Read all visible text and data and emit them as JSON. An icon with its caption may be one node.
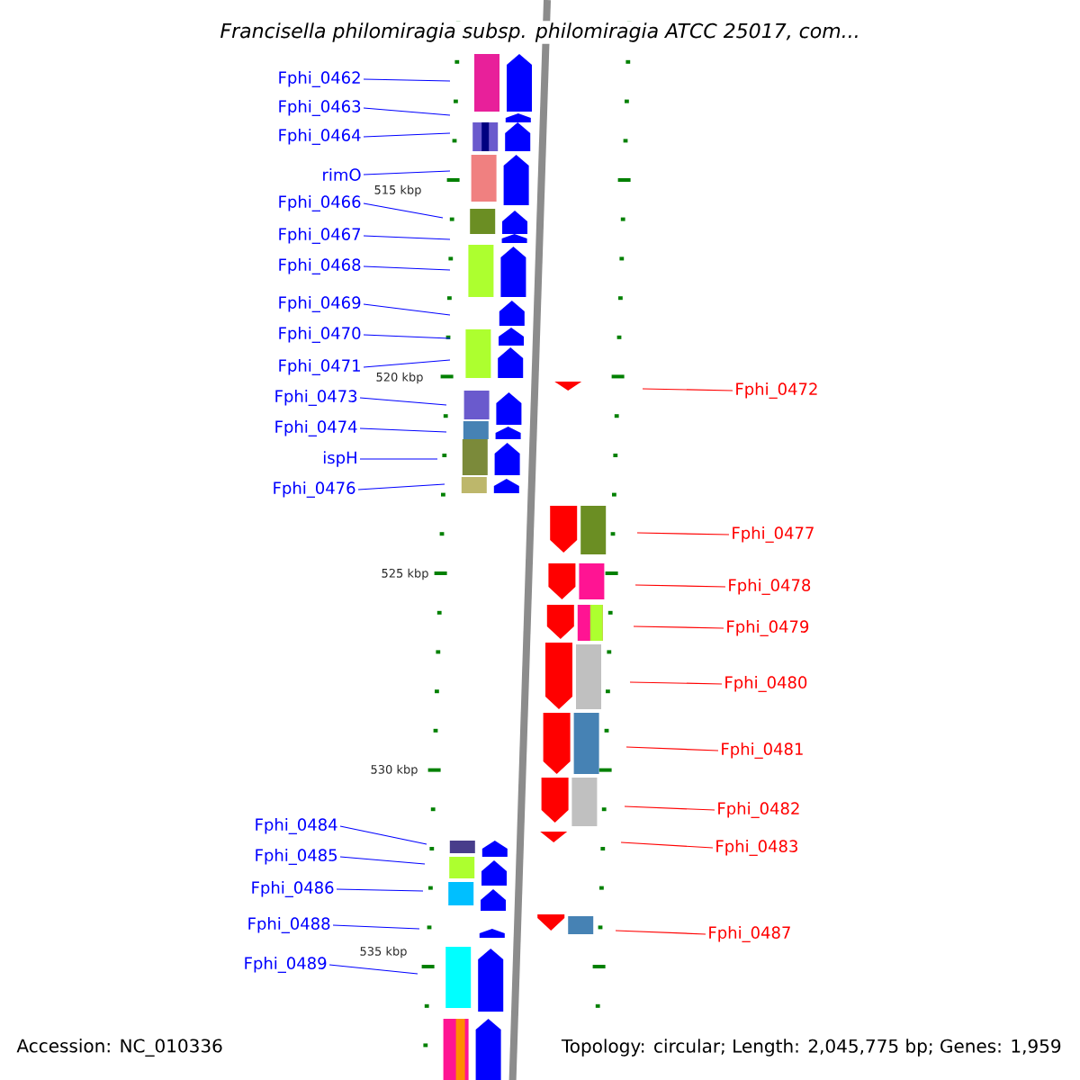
{
  "diagram": {
    "title": "Francisella philomiragia subsp. philomiragia ATCC 25017, com...",
    "nodes": [
      {
        "text": [
          "Fphi_0462"
        ]
      },
      {
        "text": [
          "Fphi_0463"
        ]
      },
      {
        "text": [
          "Fphi_0464"
        ]
      },
      {
        "text": [
          "rimO"
        ]
      },
      {
        "text": [
          "Fphi_0466"
        ]
      },
      {
        "text": [
          "Fphi_0467"
        ]
      },
      {
        "text": [
          "Fphi_0468"
        ]
      },
      {
        "text": [
          "Fphi_0469"
        ]
      },
      {
        "text": [
          "Fphi_0470"
        ]
      },
      {
        "text": [
          "Fphi_0471"
        ]
      },
      {
        "text": [
          "Fphi_0473"
        ]
      },
      {
        "text": [
          "Fphi_0474"
        ]
      },
      {
        "text": [
          "ispH"
        ]
      },
      {
        "text": [
          "Fphi_0476"
        ]
      },
      {
        "text": [
          "Fphi_0484"
        ]
      },
      {
        "text": [
          "Fphi_0485"
        ]
      },
      {
        "text": [
          "Fphi_0486"
        ]
      },
      {
        "text": [
          "Fphi_0488"
        ]
      },
      {
        "text": [
          "Fphi_0489"
        ]
      },
      {
        "text": [
          "Fphi_0472"
        ]
      },
      {
        "text": [
          "Fphi_0477"
        ]
      },
      {
        "text": [
          "Fphi_0478"
        ]
      },
      {
        "text": [
          "Fphi_0479"
        ]
      },
      {
        "text": [
          "Fphi_0480"
        ]
      },
      {
        "text": [
          "Fphi_0481"
        ]
      },
      {
        "text": [
          "Fphi_0482"
        ]
      },
      {
        "text": [
          "Fphi_0483"
        ]
      },
      {
        "text": [
          "Fphi_0487"
        ]
      }
    ],
    "edges": [
      {
        "from": 0,
        "to": null,
        "arrow": "none"
      },
      {
        "from": 1,
        "to": null,
        "arrow": "none"
      },
      {
        "from": 2,
        "to": null,
        "arrow": "none"
      },
      {
        "from": 3,
        "to": null,
        "arrow": "none"
      },
      {
        "from": 4,
        "to": null,
        "arrow": "none"
      },
      {
        "from": 5,
        "to": null,
        "arrow": "none"
      },
      {
        "from": 6,
        "to": null,
        "arrow": "none"
      },
      {
        "from": 7,
        "to": null,
        "arrow": "none"
      },
      {
        "from": 8,
        "to": null,
        "arrow": "none"
      },
      {
        "from": 9,
        "to": null,
        "arrow": "none"
      },
      {
        "from": 10,
        "to": null,
        "arrow": "none"
      },
      {
        "from": 11,
        "to": null,
        "arrow": "none"
      },
      {
        "from": 12,
        "to": null,
        "arrow": "none"
      },
      {
        "from": 13,
        "to": null,
        "arrow": "none"
      },
      {
        "from": 14,
        "to": null,
        "arrow": "none"
      },
      {
        "from": 15,
        "to": null,
        "arrow": "none"
      },
      {
        "from": 16,
        "to": null,
        "arrow": "none"
      },
      {
        "from": 17,
        "to": null,
        "arrow": "none"
      },
      {
        "from": 18,
        "to": null,
        "arrow": "none"
      },
      {
        "from": 19,
        "to": null,
        "arrow": "none",
        "color": "#ff0000"
      },
      {
        "from": 20,
        "to": null,
        "arrow": "none",
        "color": "#ff0000"
      },
      {
        "from": 21,
        "to": null,
        "arrow": "none",
        "color": "#ff0000"
      },
      {
        "from": 22,
        "to": null,
        "arrow": "none",
        "color": "#ff0000"
      },
      {
        "from": 23,
        "to": null,
        "arrow": "none",
        "color": "#ff0000"
      },
      {
        "from": 24,
        "to": null,
        "arrow": "none",
        "color": "#ff0000"
      },
      {
        "from": 25,
        "to": null,
        "arrow": "none",
        "color": "#ff0000"
      },
      {
        "from": 26,
        "to": null,
        "arrow": "none",
        "color": "#ff0000"
      },
      {
        "from": 27,
        "to": null,
        "arrow": "none",
        "color": "#ff0000"
      }
    ],
    "labels": [
      "515 kbp",
      "520 kbp",
      "525 kbp",
      "530 kbp",
      "535 kbp",
      "Accession: NC_010336",
      "Topology: circular; Length: 2,045,775 bp; Genes: 1,959"
    ]
  }
}
